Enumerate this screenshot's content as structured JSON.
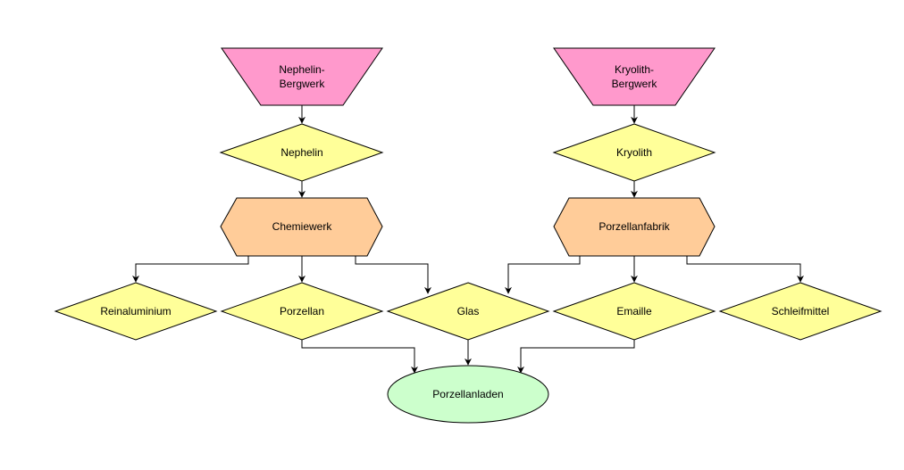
{
  "colors": {
    "source": "#FF99CC",
    "product": "#FFFF99",
    "factory": "#FFCC99",
    "shop": "#CCFFCC",
    "stroke": "#000000"
  },
  "nodes": {
    "nephelin_bergwerk": {
      "lines": [
        "Nephelin-",
        "Bergwerk"
      ],
      "type": "source"
    },
    "kryolith_bergwerk": {
      "lines": [
        "Kryolith-",
        "Bergwerk"
      ],
      "type": "source"
    },
    "nephelin": {
      "label": "Nephelin",
      "type": "product"
    },
    "kryolith": {
      "label": "Kryolith",
      "type": "product"
    },
    "chemiewerk": {
      "label": "Chemiewerk",
      "type": "factory"
    },
    "porzellanfabrik": {
      "label": "Porzellanfabrik",
      "type": "factory"
    },
    "reinaluminium": {
      "label": "Reinaluminium",
      "type": "product"
    },
    "porzellan": {
      "label": "Porzellan",
      "type": "product"
    },
    "glas": {
      "label": "Glas",
      "type": "product"
    },
    "emaille": {
      "label": "Emaille",
      "type": "product"
    },
    "schleifmittel": {
      "label": "Schleifmittel",
      "type": "product"
    },
    "porzellanladen": {
      "label": "Porzellanladen",
      "type": "shop"
    }
  },
  "edges": [
    {
      "from": "nephelin_bergwerk",
      "to": "nephelin"
    },
    {
      "from": "nephelin",
      "to": "chemiewerk"
    },
    {
      "from": "chemiewerk",
      "to": "reinaluminium"
    },
    {
      "from": "chemiewerk",
      "to": "porzellan"
    },
    {
      "from": "chemiewerk",
      "to": "glas"
    },
    {
      "from": "kryolith_bergwerk",
      "to": "kryolith"
    },
    {
      "from": "kryolith",
      "to": "porzellanfabrik"
    },
    {
      "from": "porzellanfabrik",
      "to": "glas"
    },
    {
      "from": "porzellanfabrik",
      "to": "emaille"
    },
    {
      "from": "porzellanfabrik",
      "to": "schleifmittel"
    },
    {
      "from": "porzellan",
      "to": "porzellanladen"
    },
    {
      "from": "glas",
      "to": "porzellanladen"
    },
    {
      "from": "emaille",
      "to": "porzellanladen"
    }
  ]
}
